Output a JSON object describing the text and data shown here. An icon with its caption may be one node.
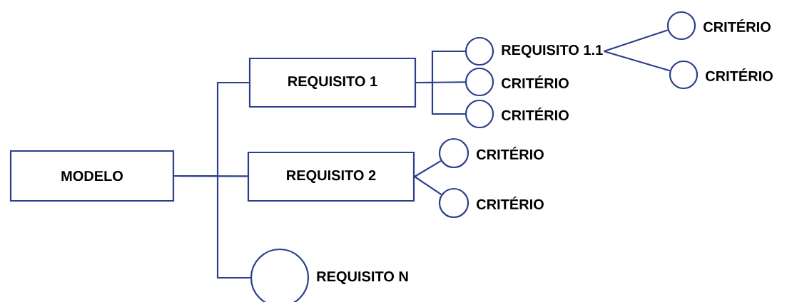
{
  "diagram": {
    "nodes": [
      {
        "text": [
          "MODELO"
        ]
      },
      {
        "text": [
          "REQUISITO 1"
        ]
      },
      {
        "text": [
          "REQUISITO 2"
        ]
      },
      {
        "text": [],
        "shape": "circle",
        "beside": [
          "REQUISITO N"
        ]
      },
      {
        "text": [],
        "shape": "circle",
        "beside": [
          "REQUISITO 1.1"
        ]
      },
      {
        "text": [],
        "shape": "circle",
        "beside": [
          "CRITÉRIO"
        ]
      },
      {
        "text": [],
        "shape": "circle",
        "beside": [
          "CRITÉRIO"
        ]
      },
      {
        "text": [],
        "shape": "circle",
        "beside": [
          "CRITÉRIO"
        ]
      },
      {
        "text": [],
        "shape": "circle",
        "beside": [
          "CRITÉRIO"
        ]
      },
      {
        "text": [],
        "shape": "circle",
        "beside": [
          "CRITÉRIO"
        ]
      },
      {
        "text": [],
        "shape": "circle",
        "beside": [
          "CRITÉRIO"
        ]
      }
    ],
    "edges": [
      {
        "from": 0,
        "to": 1,
        "arrow": "none"
      },
      {
        "from": 0,
        "to": 2,
        "arrow": "none"
      },
      {
        "from": 0,
        "to": 3,
        "arrow": "none"
      },
      {
        "from": 1,
        "to": 4,
        "arrow": "none"
      },
      {
        "from": 1,
        "to": 5,
        "arrow": "none"
      },
      {
        "from": 1,
        "to": 6,
        "arrow": "none"
      },
      {
        "from": 4,
        "to": 7,
        "arrow": "none"
      },
      {
        "from": 4,
        "to": 8,
        "arrow": "none"
      },
      {
        "from": 2,
        "to": 9,
        "arrow": "none"
      },
      {
        "from": 2,
        "to": 10,
        "arrow": "none"
      }
    ]
  }
}
